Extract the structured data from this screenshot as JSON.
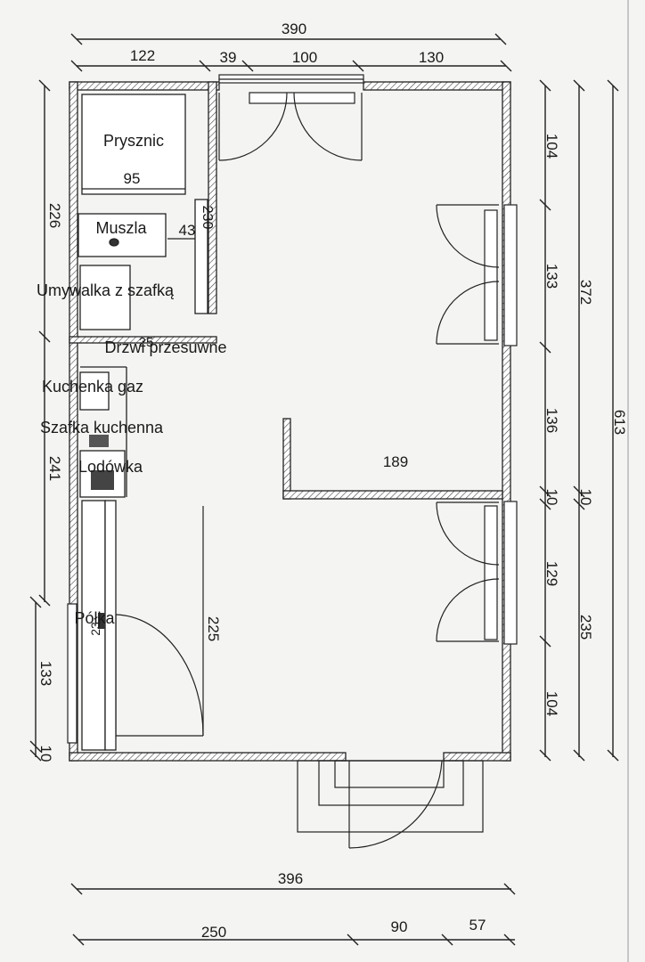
{
  "plan": {
    "top_dims": [
      "390",
      "122",
      "39",
      "100",
      "130"
    ],
    "bottom_dims": [
      "396",
      "250",
      "90",
      "57"
    ],
    "right_dims": [
      "104",
      "133",
      "136",
      "10",
      "129",
      "104",
      "372",
      "10",
      "235",
      "613"
    ],
    "left_dims": [
      "226",
      "241",
      "133",
      "10"
    ],
    "rooms": {
      "shower": "Prysznic",
      "shower_width": "95",
      "toilet": "Muszla",
      "toilet_dim": "43",
      "partition_dim": "230",
      "sink": "Umywalka z szafką",
      "sliding_door": "Drzwi przesuwne",
      "sliding_door_dim": "25",
      "stove": "Kuchenka gaz",
      "cabinet": "Szafka kuchenna",
      "fridge": "Lodówka",
      "shelf": "Półka",
      "shelf_dim": "23",
      "interior_wall": "189",
      "entry_wall": "225"
    }
  }
}
